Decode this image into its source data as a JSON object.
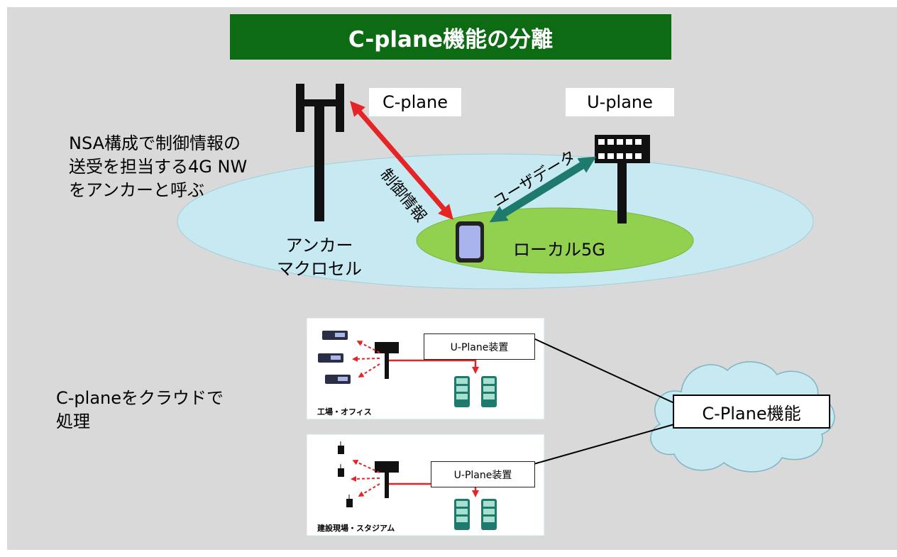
{
  "title": "C-plane機能の分離",
  "labels": {
    "c_plane": "C-plane",
    "u_plane": "U-plane",
    "control_info": "制御情報",
    "user_data": "ユーザデータ",
    "anchor_note": "NSA構成で制御情報の\n送受を担当する4G NW\nをアンカーと呼ぶ",
    "anchor_macro": "アンカー\nマクロセル",
    "local5g": "ローカル5G",
    "cloud_note": "C-planeをクラウドで\n処理"
  },
  "panels": [
    {
      "device_label": "U-Plane装置",
      "caption": "工場・オフィス"
    },
    {
      "device_label": "U-Plane装置",
      "caption": "建設現場・スタジアム"
    }
  ],
  "cloud": {
    "label": "C-Plane機能"
  },
  "colors": {
    "title_bg": "#0d6b14",
    "macro_area": "#c7eaf2",
    "local_area": "#92d050",
    "control_arrow": "#e52525",
    "data_arrow": "#1f7a6e",
    "phone": "#a9b4ee"
  }
}
